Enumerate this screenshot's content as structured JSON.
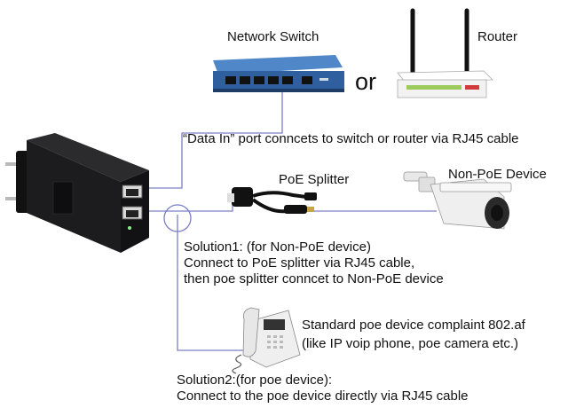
{
  "labels": {
    "network_switch": "Network Switch",
    "router": "Router",
    "or": "or",
    "data_in": "“Data In” port conncets to switch or router via RJ45 cable",
    "poe_splitter": "PoE Splitter",
    "non_poe_device": "Non-PoE Device",
    "solution1": [
      "Solution1: (for Non-PoE device)",
      "Connect to PoE splitter via RJ45 cable,",
      "then poe splitter conncet to Non-PoE device"
    ],
    "standard_poe": [
      "Standard poe device complaint 802.af",
      "(like IP voip phone, poe camera etc.)"
    ],
    "solution2": [
      "Solution2:(for poe device):",
      "Connect to the poe device directly via RJ45 cable"
    ]
  },
  "colors": {
    "connector_line": "#7b7fc4",
    "injector_body": "#1c1c1e",
    "switch_body": "#2f5f9e",
    "router_body": "#f2f2f2"
  }
}
